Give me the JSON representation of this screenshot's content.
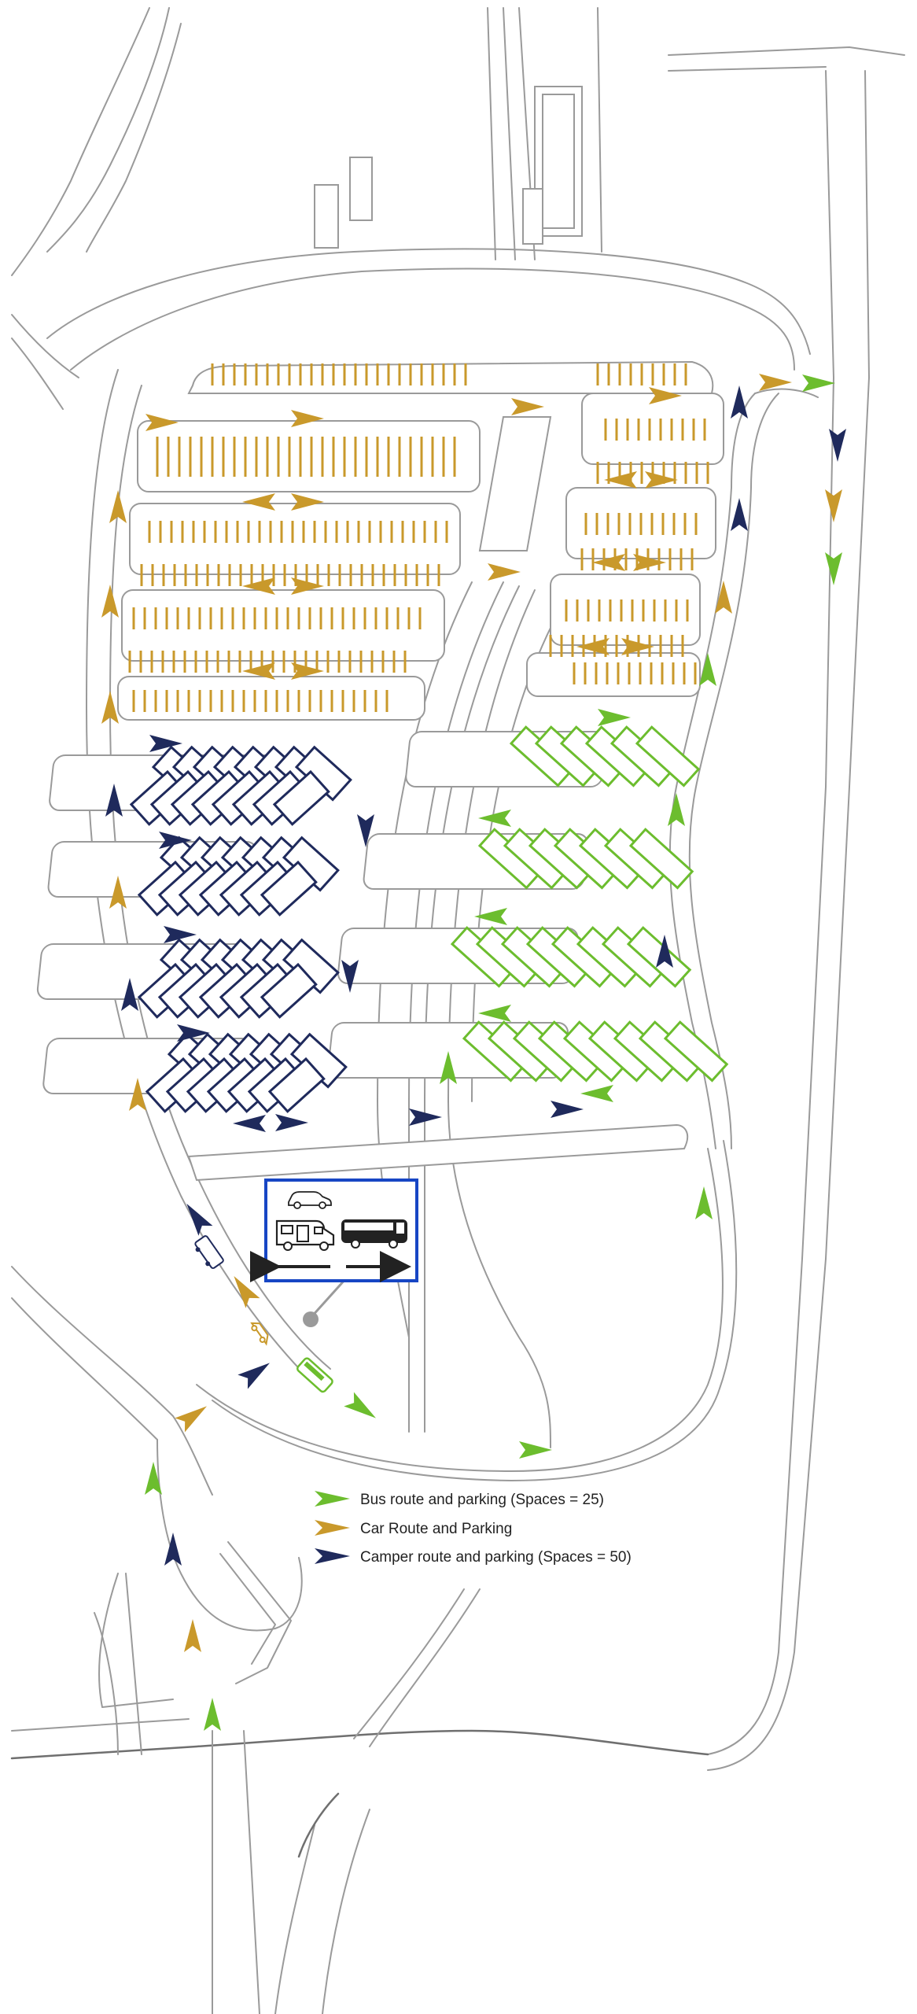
{
  "colors": {
    "bus": "#6cbd2e",
    "car": "#c9992b",
    "camper": "#1f2a5c",
    "road": "#9a9a9a",
    "sign_border": "#1746c4"
  },
  "legend": {
    "items": [
      {
        "name": "bus",
        "icon": "green-arrow-icon",
        "label": "Bus route and parking (Spaces = 25)"
      },
      {
        "name": "car",
        "icon": "yellow-arrow-icon",
        "label": "Car Route and Parking"
      },
      {
        "name": "camper",
        "icon": "navy-arrow-icon",
        "label": "Camper route and parking (Spaces = 50)"
      }
    ]
  },
  "sign": {
    "icons": [
      "car-icon",
      "camper-van-icon",
      "bus-icon",
      "arrow-left-icon",
      "arrow-right-icon"
    ]
  },
  "parking": {
    "car_rows": 11,
    "camper_rows": 4,
    "bus_rows": 4
  }
}
